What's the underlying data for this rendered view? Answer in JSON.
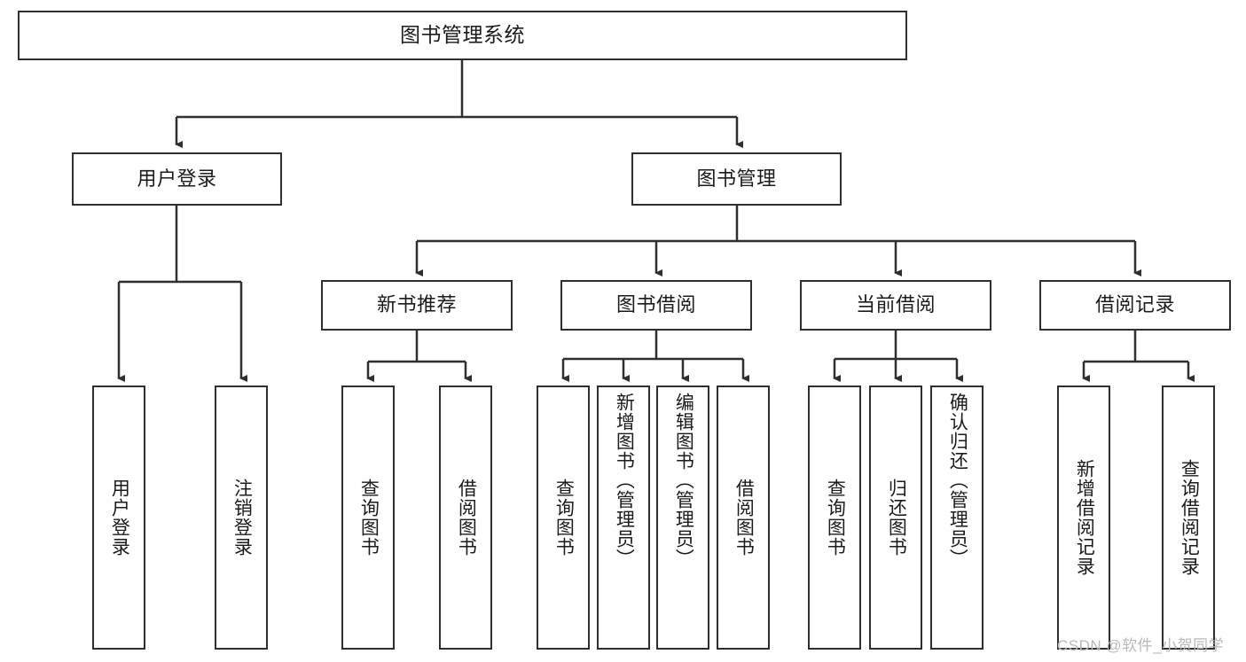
{
  "diagram": {
    "title": "图书管理系统",
    "root": {
      "label": "图书管理系统"
    },
    "level2": [
      {
        "label": "用户登录"
      },
      {
        "label": "图书管理"
      }
    ],
    "level3": [
      {
        "label": "新书推荐"
      },
      {
        "label": "图书借阅"
      },
      {
        "label": "当前借阅"
      },
      {
        "label": "借阅记录"
      }
    ],
    "leaves": {
      "user_login": [
        {
          "label": "用户登录"
        },
        {
          "label": "注销登录"
        }
      ],
      "new_book_recommend": [
        {
          "label": "查询图书"
        },
        {
          "label": "借阅图书"
        }
      ],
      "book_borrow": [
        {
          "label": "查询图书"
        },
        {
          "label": "新增图书（管理员）"
        },
        {
          "label": "编辑图书（管理员）"
        },
        {
          "label": "借阅图书"
        }
      ],
      "current_borrow": [
        {
          "label": "查询图书"
        },
        {
          "label": "归还图书"
        },
        {
          "label": "确认归还（管理员）"
        }
      ],
      "borrow_record": [
        {
          "label": "新增借阅记录"
        },
        {
          "label": "查询借阅记录"
        }
      ]
    }
  },
  "watermark": {
    "text": "CSDN @软件_小贺同学"
  },
  "colors": {
    "stroke": "#2f2f2f",
    "text": "#1b1b1b",
    "background": "#ffffff",
    "watermark": "#b9b9b9"
  }
}
